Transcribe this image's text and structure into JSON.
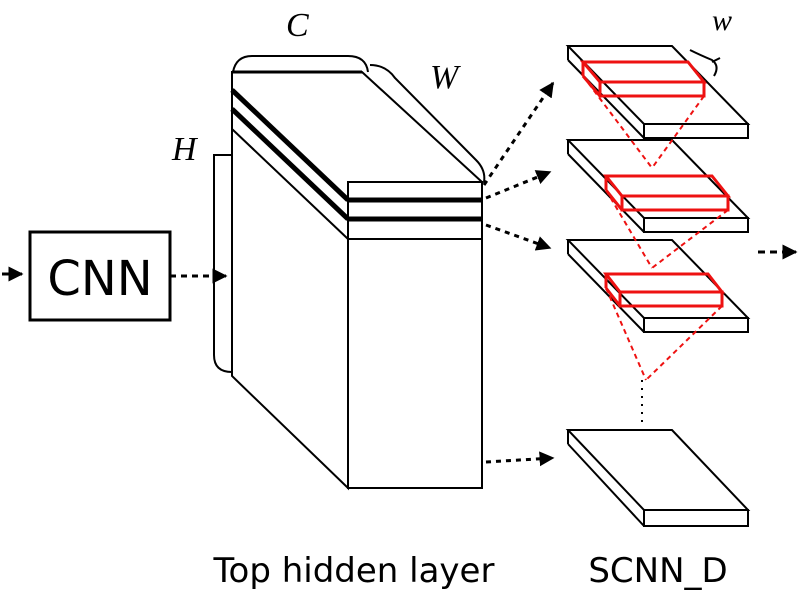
{
  "diagram": {
    "cnn_label": "CNN",
    "dim_h": "H",
    "dim_c": "C",
    "dim_w": "W",
    "window_w": "w",
    "caption_left": "Top hidden layer",
    "caption_right": "SCNN_D"
  },
  "colors": {
    "stroke": "#000000",
    "highlight": "#ee1111",
    "background": "#ffffff"
  }
}
